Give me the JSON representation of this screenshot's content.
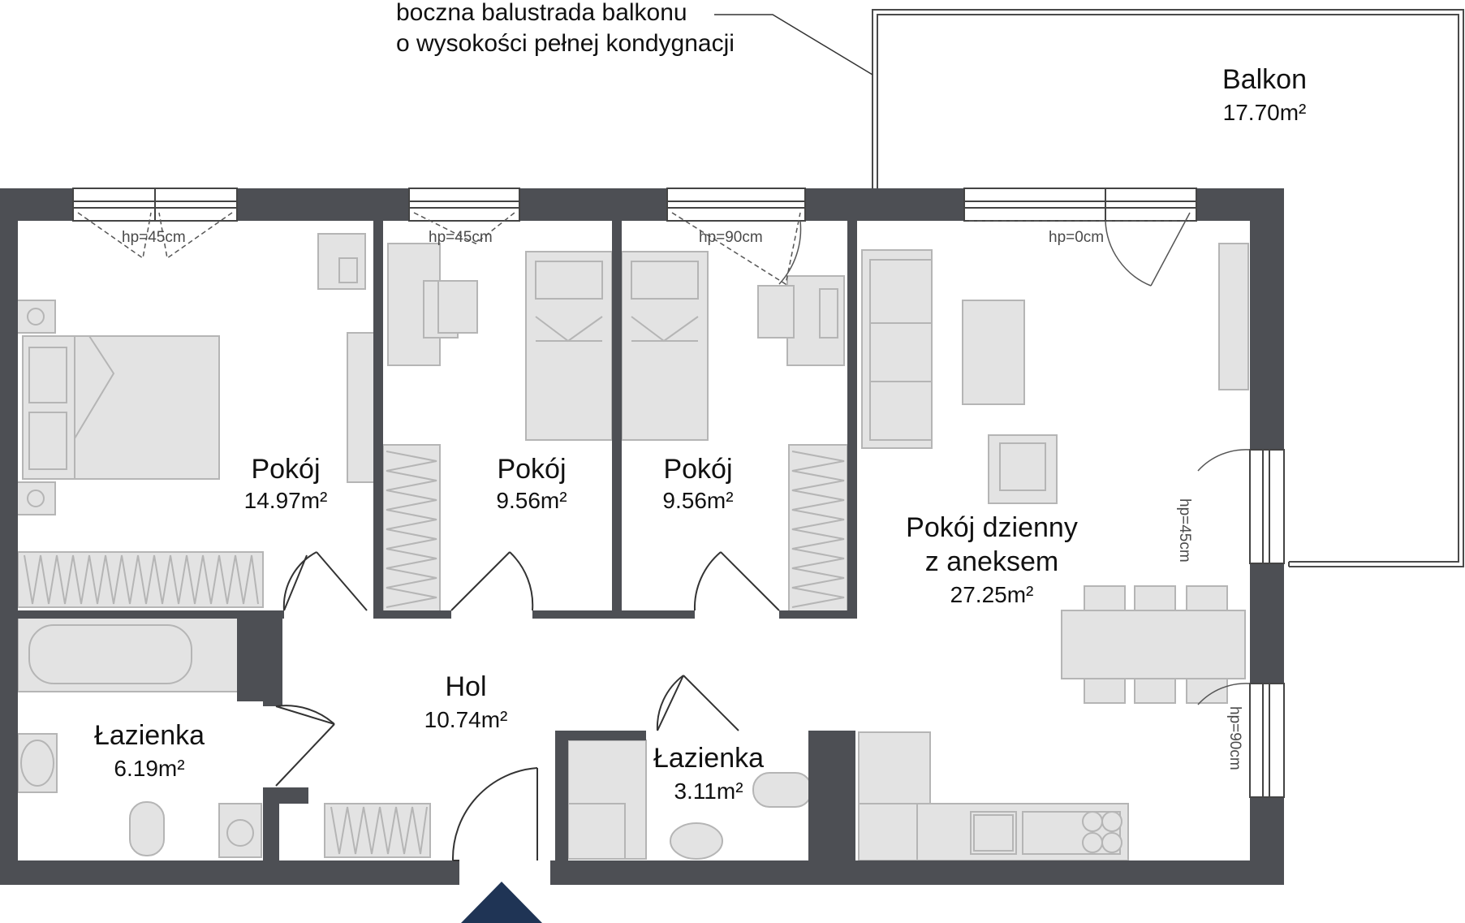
{
  "annotation": {
    "line1": "boczna balustrada balkonu",
    "line2": "o wysokości pełnej kondygnacji"
  },
  "rooms": [
    {
      "name": "Balkon",
      "area": "17.70m²"
    },
    {
      "name": "Pokój",
      "area": "14.97m²"
    },
    {
      "name": "Pokój",
      "area": "9.56m²"
    },
    {
      "name": "Pokój",
      "area": "9.56m²"
    },
    {
      "name": "Pokój dzienny",
      "name2": "z aneksem",
      "area": "27.25m²"
    },
    {
      "name": "Hol",
      "area": "10.74m²"
    },
    {
      "name": "Łazienka",
      "area": "6.19m²"
    },
    {
      "name": "Łazienka",
      "area": "3.11m²"
    }
  ],
  "window_heights": [
    "hp=45cm",
    "hp=45cm",
    "hp=90cm",
    "hp=0cm",
    "hp=45cm",
    "hp=90cm"
  ],
  "colors": {
    "wall": "#4d4f54",
    "furniture_fill": "#e3e3e3",
    "furniture_stroke": "#b5b5b5",
    "entrance_marker": "#1f3455",
    "text": "#111111"
  },
  "icons": {
    "entrance": "entrance-triangle-icon"
  }
}
